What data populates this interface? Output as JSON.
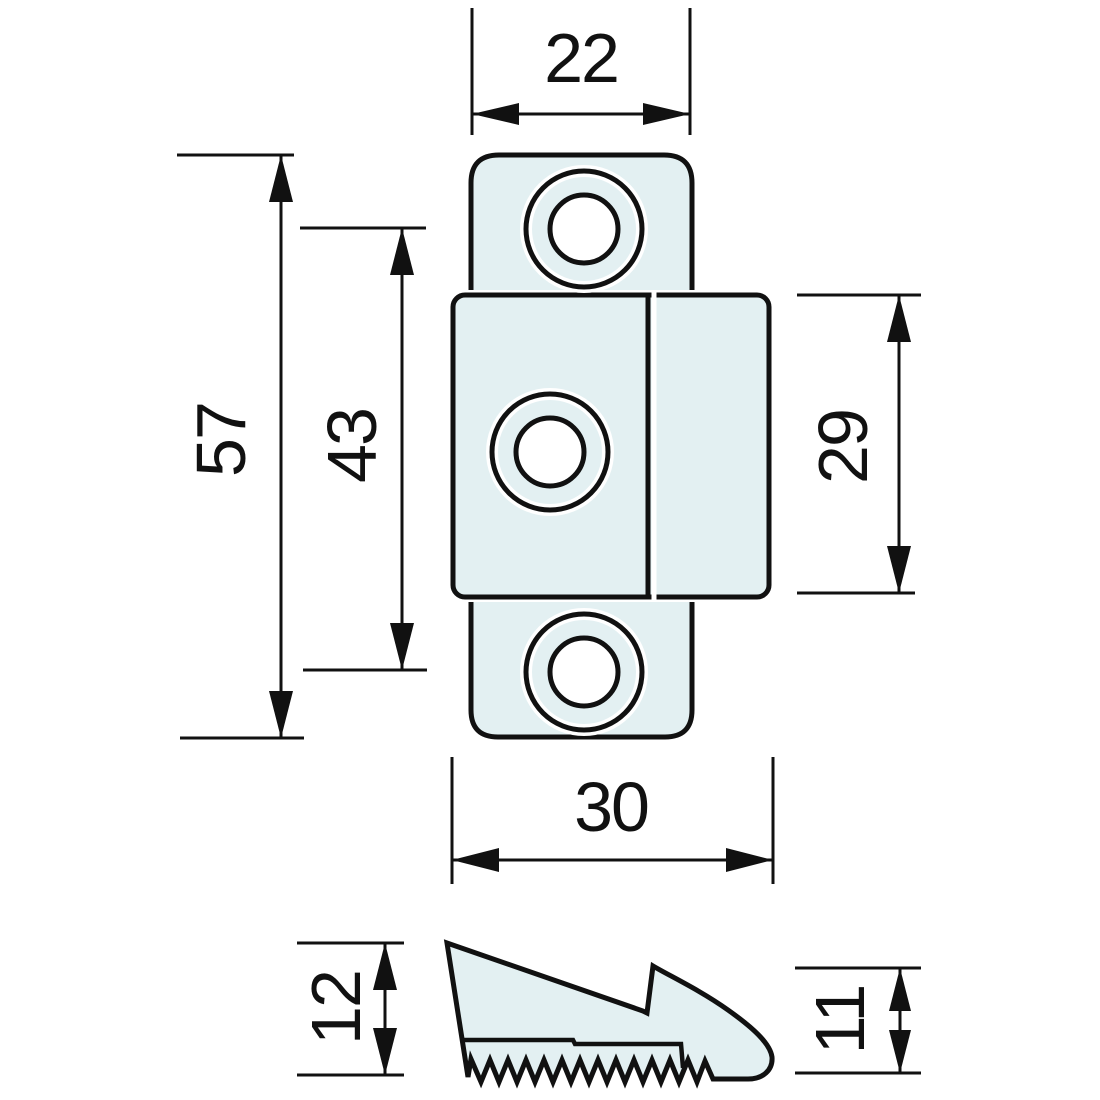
{
  "drawing": {
    "colors": {
      "background": "#ffffff",
      "part_fill": "#e3f0f2",
      "line": "#111111"
    },
    "dimensions": {
      "tab_width": "22",
      "overall_height": "57",
      "hole_spacing": "43",
      "body_height": "29",
      "body_width": "30",
      "profile_left_height": "12",
      "profile_right_height": "11"
    }
  }
}
